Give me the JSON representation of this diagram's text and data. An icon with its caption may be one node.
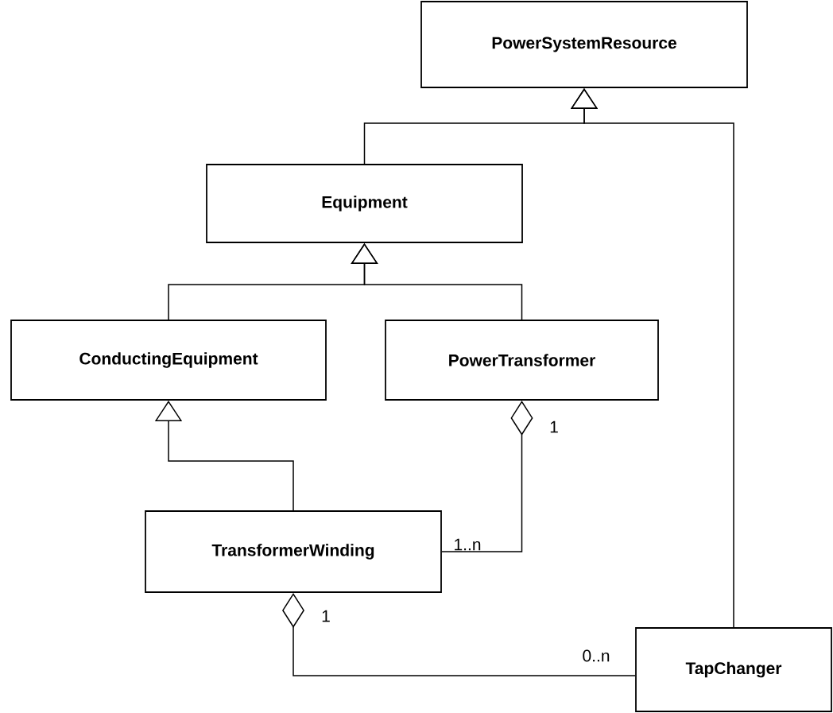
{
  "diagram": {
    "nodes": [
      {
        "text": [
          "PowerSystemResource"
        ]
      },
      {
        "text": [
          "Equipment"
        ]
      },
      {
        "text": [
          "ConductingEquipment"
        ]
      },
      {
        "text": [
          "PowerTransformer"
        ]
      },
      {
        "text": [
          "TransformerWinding"
        ]
      },
      {
        "text": [
          "TapChanger"
        ]
      }
    ],
    "edges": [
      {
        "from": 1,
        "to": 0,
        "arrow": "to"
      },
      {
        "from": 5,
        "to": 0,
        "arrow": "to"
      },
      {
        "from": 2,
        "to": 1,
        "arrow": "to"
      },
      {
        "from": 3,
        "to": 1,
        "arrow": "to"
      },
      {
        "from": 4,
        "to": 2,
        "arrow": "to"
      },
      {
        "from": 4,
        "to": 3,
        "arrow": "other"
      },
      {
        "from": 5,
        "to": 4,
        "arrow": "other"
      }
    ],
    "labels": [
      "1",
      "1..n",
      "1",
      "0..n"
    ]
  }
}
